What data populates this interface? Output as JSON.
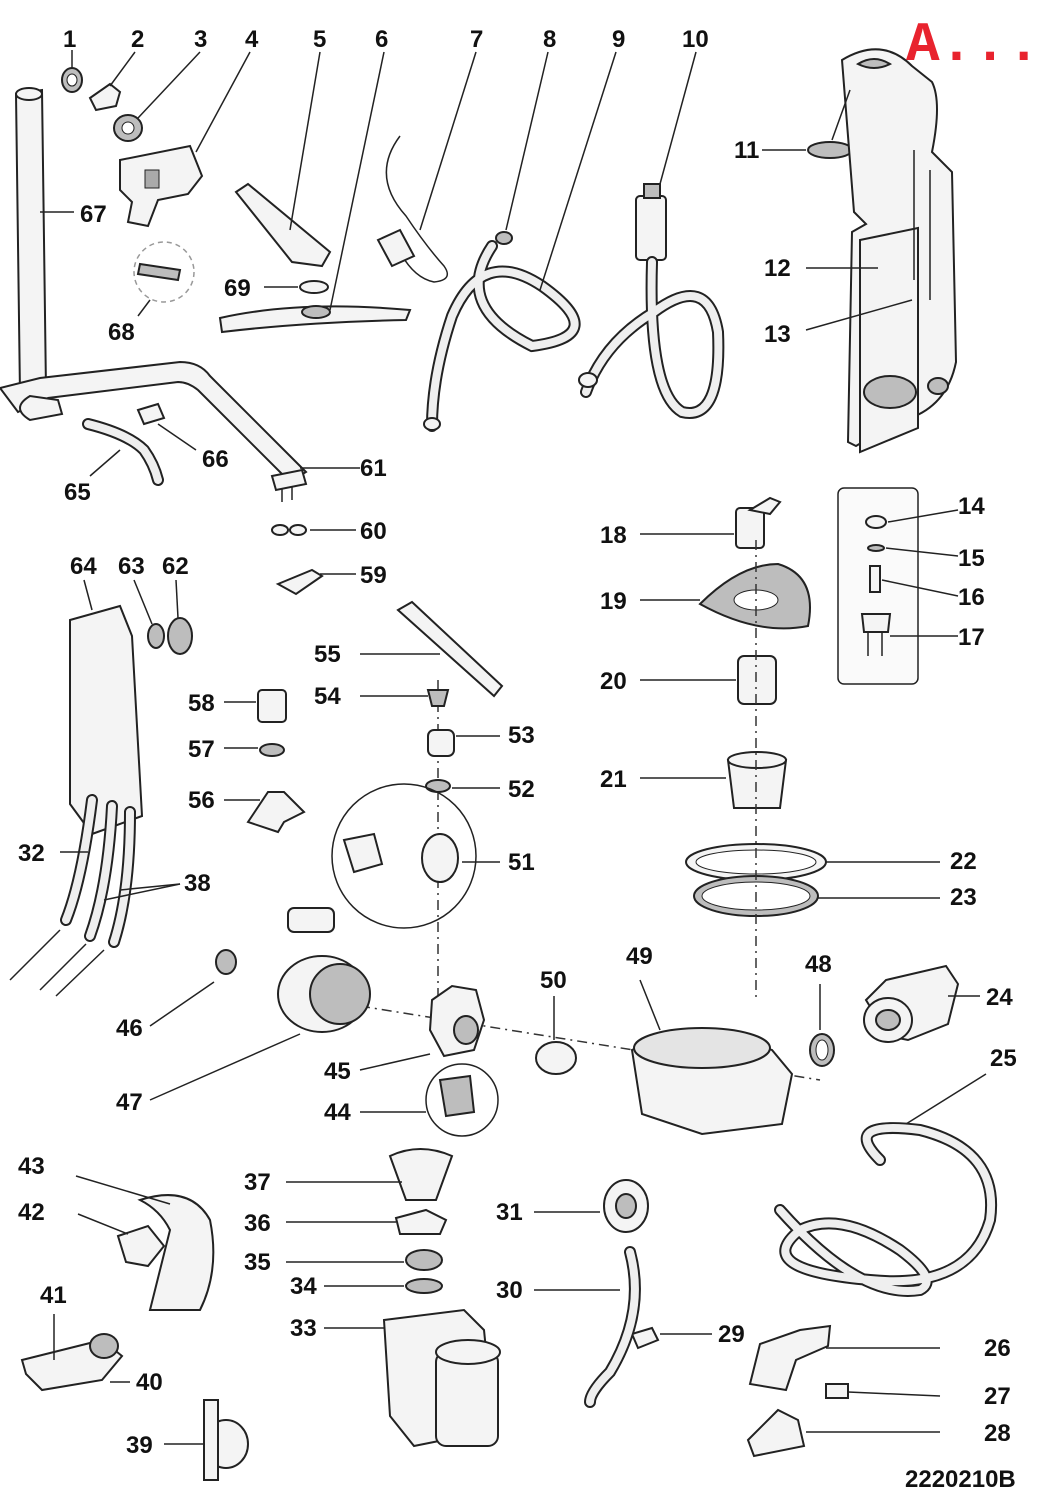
{
  "header": {
    "brand_mark": "A..."
  },
  "footer": {
    "drawing_code": "2220210B"
  },
  "part_numbers": {
    "p1": "1",
    "p2": "2",
    "p3": "3",
    "p4": "4",
    "p5": "5",
    "p6": "6",
    "p7": "7",
    "p8": "8",
    "p9": "9",
    "p10": "10",
    "p11": "11",
    "p12": "12",
    "p13": "13",
    "p14": "14",
    "p15": "15",
    "p16": "16",
    "p17": "17",
    "p18": "18",
    "p19": "19",
    "p20": "20",
    "p21": "21",
    "p22": "22",
    "p23": "23",
    "p24": "24",
    "p25": "25",
    "p26": "26",
    "p27": "27",
    "p28": "28",
    "p29": "29",
    "p30": "30",
    "p31": "31",
    "p32": "32",
    "p33": "33",
    "p34": "34",
    "p35": "35",
    "p36": "36",
    "p37": "37",
    "p38": "38",
    "p39": "39",
    "p40": "40",
    "p41": "41",
    "p42": "42",
    "p43": "43",
    "p44": "44",
    "p45": "45",
    "p46": "46",
    "p47": "47",
    "p48": "48",
    "p49": "49",
    "p50": "50",
    "p51": "51",
    "p52": "52",
    "p53": "53",
    "p54": "54",
    "p55": "55",
    "p56": "56",
    "p57": "57",
    "p58": "58",
    "p59": "59",
    "p60": "60",
    "p61": "61",
    "p62": "62",
    "p63": "63",
    "p64": "64",
    "p65": "65",
    "p66": "66",
    "p67": "67",
    "p68": "68",
    "p69": "69"
  }
}
